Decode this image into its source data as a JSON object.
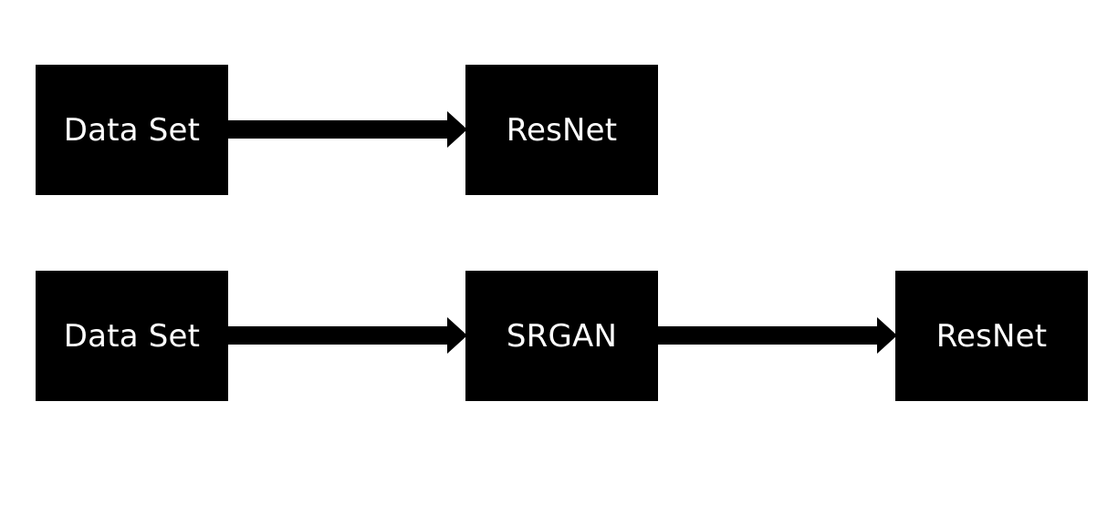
{
  "diagram": {
    "row1": {
      "node1": "Data Set",
      "node2": "ResNet"
    },
    "row2": {
      "node1": "Data Set",
      "node2": "SRGAN",
      "node3": "ResNet"
    }
  },
  "colors": {
    "node_fill": "#000000",
    "node_text": "#ffffff",
    "arrow": "#000000",
    "background": "#ffffff"
  }
}
